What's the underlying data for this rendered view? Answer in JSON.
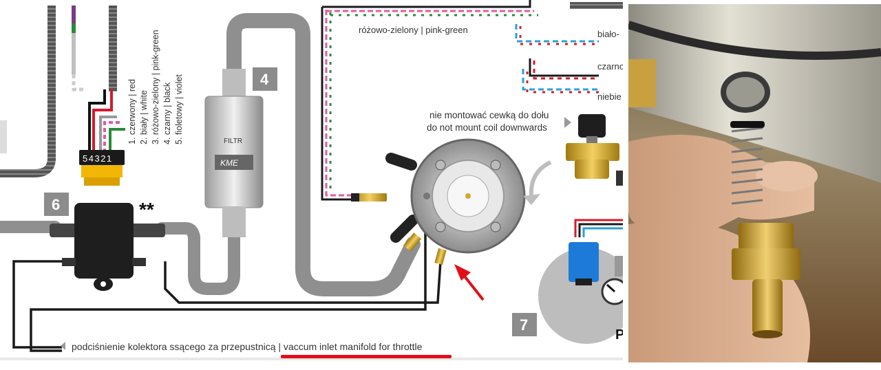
{
  "wire_legend": [
    "1. czerwony | red",
    "2. biały | white",
    "3. różowo-zielony | pink-green",
    "4. czarny | black",
    "5. fioletowy | violet"
  ],
  "connector_pins": "54321",
  "filter_label": "FILTR",
  "filter_brand": "KME",
  "wire_pink_green": "różowo-zielony | pink-green",
  "right_wires": [
    "biało-",
    "czarno",
    "niebie"
  ],
  "mount_note": [
    "nie montować cewką do dołu",
    "do not mount coil downwards"
  ],
  "vacuum_label": "podciśnienie kolektora ssącego za przepustnicą | vaccum inlet manifold for throttle",
  "component_numbers": {
    "filter": "4",
    "map_sensor": "6",
    "gauge": "7"
  },
  "map_sensor_mark": "**",
  "cropped_letter": "P",
  "colors": {
    "highlight_underline": "#e0101a",
    "arrow": "#e0101a",
    "hose": "#8f8f8f",
    "box": "#8c8c8c"
  }
}
